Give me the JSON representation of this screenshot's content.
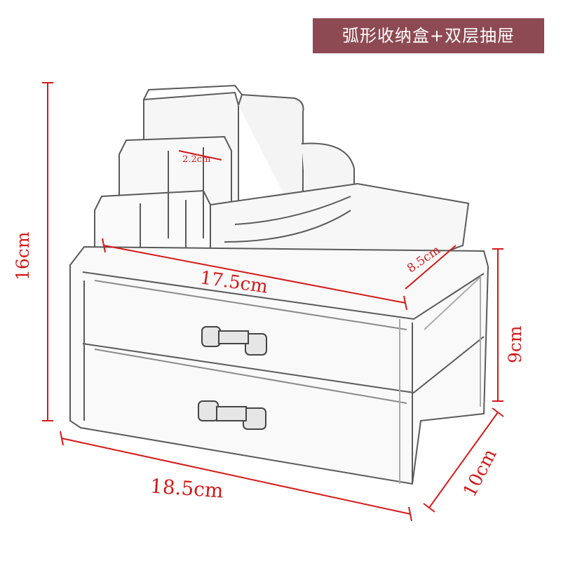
{
  "banner": {
    "text": "弧形收纳盒+双层抽屉"
  },
  "dimensions": {
    "height_total": "16cm",
    "top_length": "17.5cm",
    "top_depth": "8.5cm",
    "compartment": "2.2cm",
    "drawer_height": "9cm",
    "base_length": "18.5cm",
    "base_depth": "10cm"
  },
  "colors": {
    "banner": "#8e4a53",
    "dimension_lines": "#d41a1a"
  }
}
